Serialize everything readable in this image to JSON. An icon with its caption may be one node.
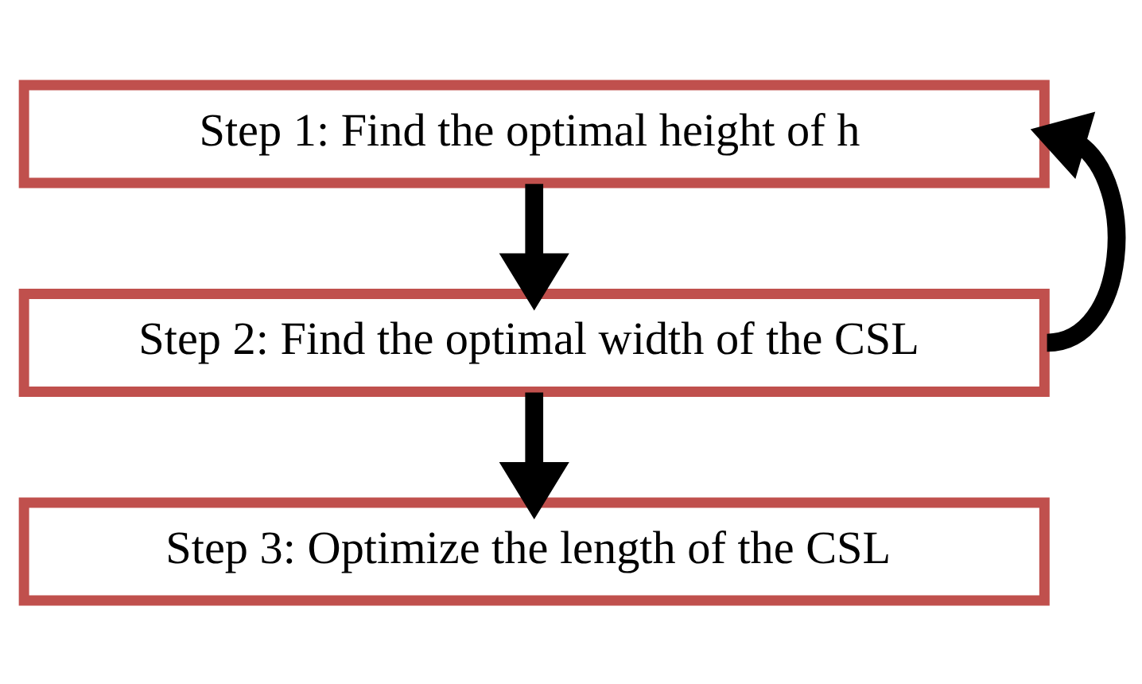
{
  "diagram": {
    "nodes": [
      {
        "text": [
          "Step 1: Find the optimal height of h"
        ]
      },
      {
        "text": [
          "Step 2: Find the optimal width of the CSL"
        ]
      },
      {
        "text": [
          "Step 3: Optimize the length of the CSL"
        ]
      }
    ],
    "edges": [
      {
        "from": 0,
        "to": 1,
        "arrow": "to"
      },
      {
        "from": 1,
        "to": 2,
        "arrow": "to"
      },
      {
        "from": 1,
        "to": 0,
        "arrow": "to"
      }
    ]
  }
}
